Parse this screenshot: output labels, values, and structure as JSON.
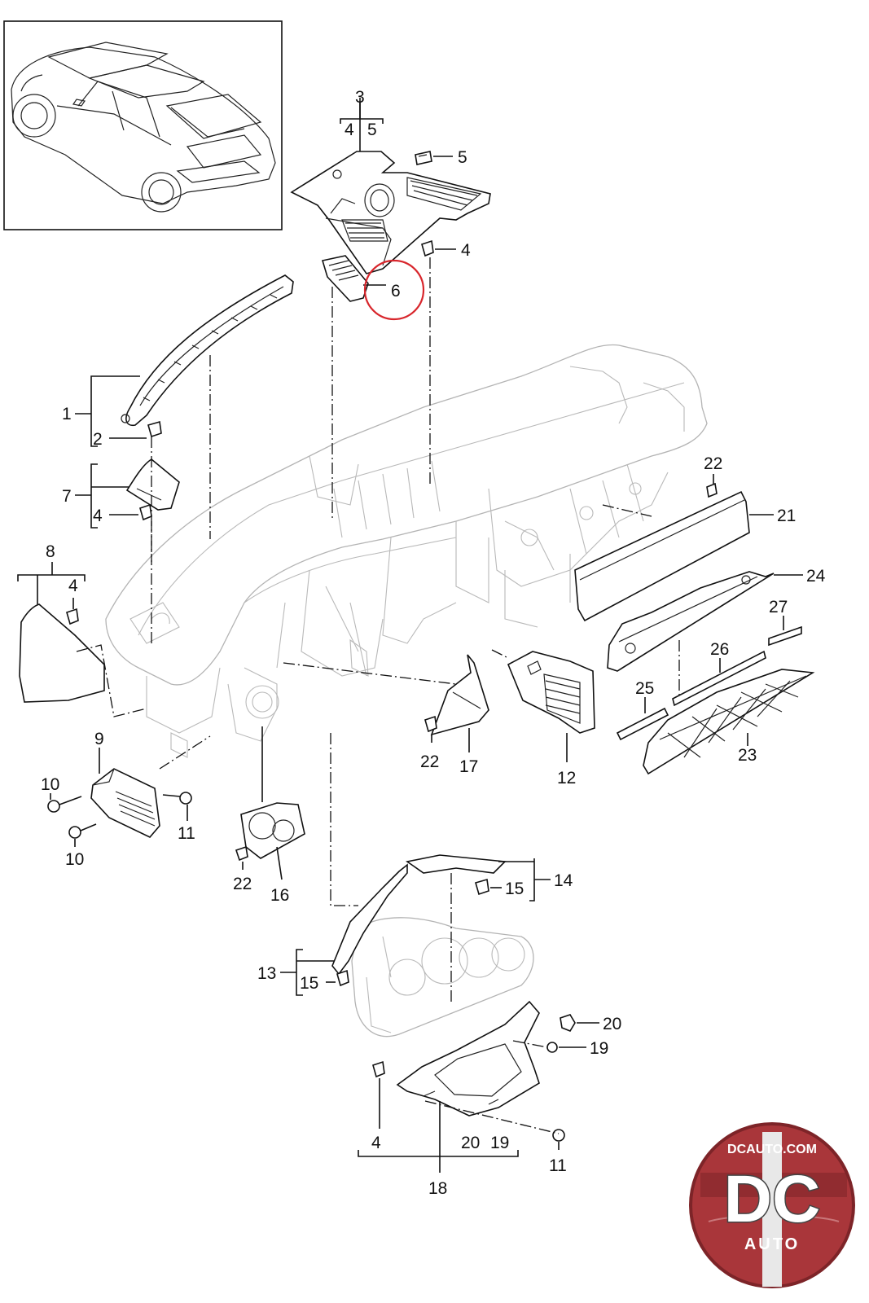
{
  "callouts": {
    "n1": "1",
    "n2": "2",
    "n3": "3",
    "n3_sub_a": "4",
    "n3_sub_b": "5",
    "n4_top": "4",
    "n4_left": "4",
    "n4_side": "4",
    "n4_bottom": "4",
    "n5": "5",
    "n6": "6",
    "n7": "7",
    "n8": "8",
    "n9": "9",
    "n10_top": "10",
    "n10_bottom": "10",
    "n11_left": "11",
    "n11_bottom": "11",
    "n12": "12",
    "n13": "13",
    "n14": "14",
    "n15_right": "15",
    "n15_left": "15",
    "n16": "16",
    "n17": "17",
    "n18": "18",
    "n18_sub_a": "20",
    "n18_sub_b": "19",
    "n19": "19",
    "n20": "20",
    "n21": "21",
    "n22_top": "22",
    "n22_mid": "22",
    "n22_left": "22",
    "n23": "23",
    "n24": "24",
    "n25": "25",
    "n26": "26",
    "n27": "27"
  },
  "logo": {
    "top_text": "DCAUTO.COM",
    "main_text": "DC",
    "sub_text": "AUTO"
  },
  "colors": {
    "highlight_circle": "#d8262c",
    "logo_background": "#a9363a",
    "logo_dark": "#7d2428",
    "line": "#111111",
    "ghost_line": "#b4b4b4"
  }
}
